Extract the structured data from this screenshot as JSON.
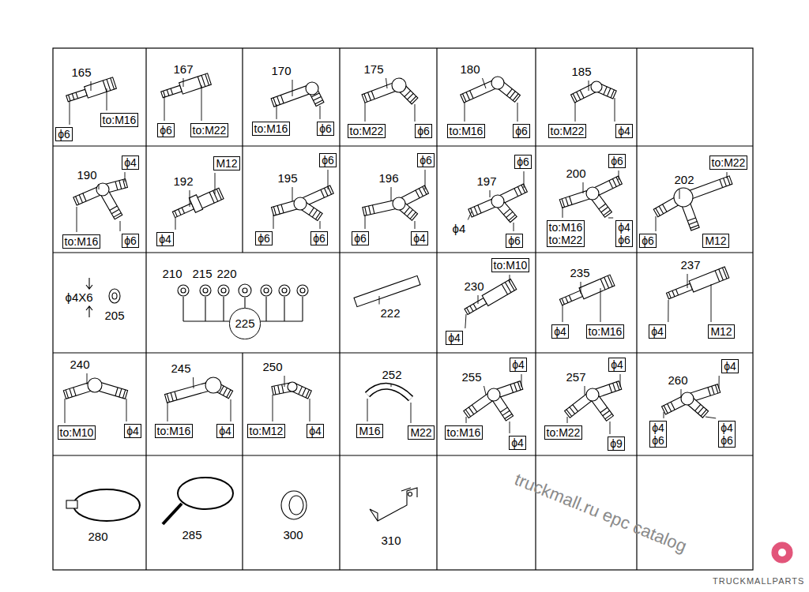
{
  "diagram": {
    "nodes": [
      {
        "text": [
          "ϕ6"
        ]
      },
      {
        "text": [
          "to:M16"
        ]
      },
      {
        "text": [
          "ϕ6"
        ]
      },
      {
        "text": [
          "to:M22"
        ]
      },
      {
        "text": [
          "to:M16"
        ]
      },
      {
        "text": [
          "ϕ6"
        ]
      },
      {
        "text": [
          "to:M22"
        ]
      },
      {
        "text": [
          "ϕ6"
        ]
      },
      {
        "text": [
          "to:M16"
        ]
      },
      {
        "text": [
          "ϕ6"
        ]
      },
      {
        "text": [
          "to:M22"
        ]
      },
      {
        "text": [
          "ϕ4"
        ]
      },
      {
        "text": [
          "ϕ4"
        ]
      },
      {
        "text": [
          "to:M16"
        ]
      },
      {
        "text": [
          "ϕ6"
        ]
      },
      {
        "text": [
          "M12"
        ]
      },
      {
        "text": [
          "ϕ4"
        ]
      },
      {
        "text": [
          "ϕ6"
        ]
      },
      {
        "text": [
          "ϕ6"
        ]
      },
      {
        "text": [
          "ϕ6"
        ]
      },
      {
        "text": [
          "ϕ6"
        ]
      },
      {
        "text": [
          "ϕ6"
        ]
      },
      {
        "text": [
          "ϕ4"
        ]
      },
      {
        "text": [
          "ϕ6"
        ]
      },
      {
        "text": [
          "ϕ6"
        ]
      },
      {
        "text": [
          "ϕ6"
        ]
      },
      {
        "text": [
          "to:M16 to:M22"
        ]
      },
      {
        "text": [
          "ϕ4 ϕ6"
        ]
      },
      {
        "text": [
          "to:M22"
        ]
      },
      {
        "text": [
          "ϕ6"
        ]
      },
      {
        "text": [
          "M12"
        ]
      },
      {
        "text": [
          "225"
        ]
      },
      {
        "text": [
          "to:M10"
        ]
      },
      {
        "text": [
          "ϕ4"
        ]
      },
      {
        "text": [
          "ϕ4"
        ]
      },
      {
        "text": [
          "to:M16"
        ]
      },
      {
        "text": [
          "ϕ4"
        ]
      },
      {
        "text": [
          "M12"
        ]
      },
      {
        "text": [
          "to:M10"
        ]
      },
      {
        "text": [
          "ϕ4"
        ]
      },
      {
        "text": [
          "to:M16"
        ]
      },
      {
        "text": [
          "ϕ4"
        ]
      },
      {
        "text": [
          "to:M12"
        ]
      },
      {
        "text": [
          "ϕ4"
        ]
      },
      {
        "text": [
          "M16"
        ]
      },
      {
        "text": [
          "M22"
        ]
      },
      {
        "text": [
          "ϕ4"
        ]
      },
      {
        "text": [
          "to:M16"
        ]
      },
      {
        "text": [
          "ϕ4"
        ]
      },
      {
        "text": [
          "ϕ4"
        ]
      },
      {
        "text": [
          "to:M22"
        ]
      },
      {
        "text": [
          "ϕ9"
        ]
      },
      {
        "text": [
          "ϕ4"
        ]
      },
      {
        "text": [
          "ϕ4 ϕ6"
        ]
      },
      {
        "text": [
          "ϕ4 ϕ6"
        ]
      }
    ],
    "labels": [
      "165",
      "167",
      "170",
      "175",
      "180",
      "185",
      "190",
      "192",
      "195",
      "196",
      "197",
      "ϕ4",
      "200",
      "202",
      "ϕ4X6",
      "205",
      "210",
      "215",
      "220",
      "222",
      "230",
      "235",
      "237",
      "240",
      "245",
      "250",
      "252",
      "255",
      "257",
      "260",
      "280",
      "285",
      "300",
      "310",
      "truckmall.ru epc catalog",
      "TRUCKMALLPARTS"
    ]
  }
}
